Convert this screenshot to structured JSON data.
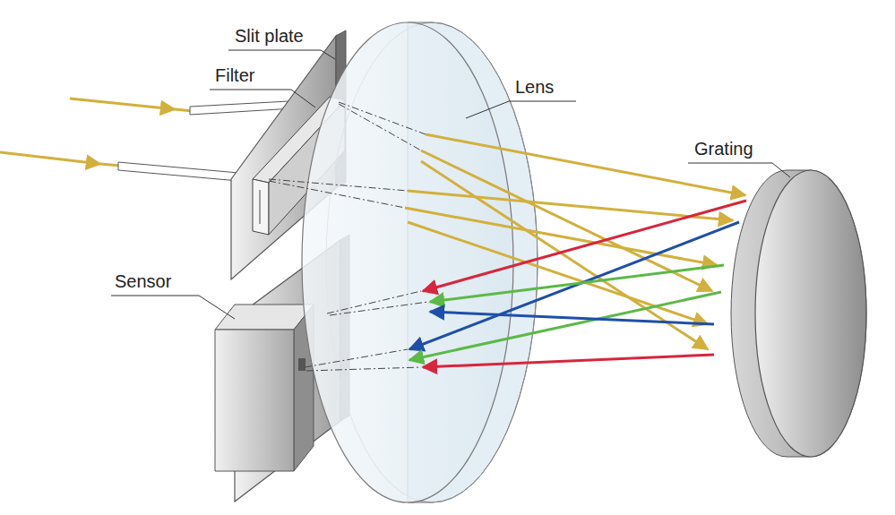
{
  "diagram": {
    "labels": [
      "Slit plate",
      "Filter",
      "Lens",
      "Grating",
      "Sensor"
    ]
  }
}
